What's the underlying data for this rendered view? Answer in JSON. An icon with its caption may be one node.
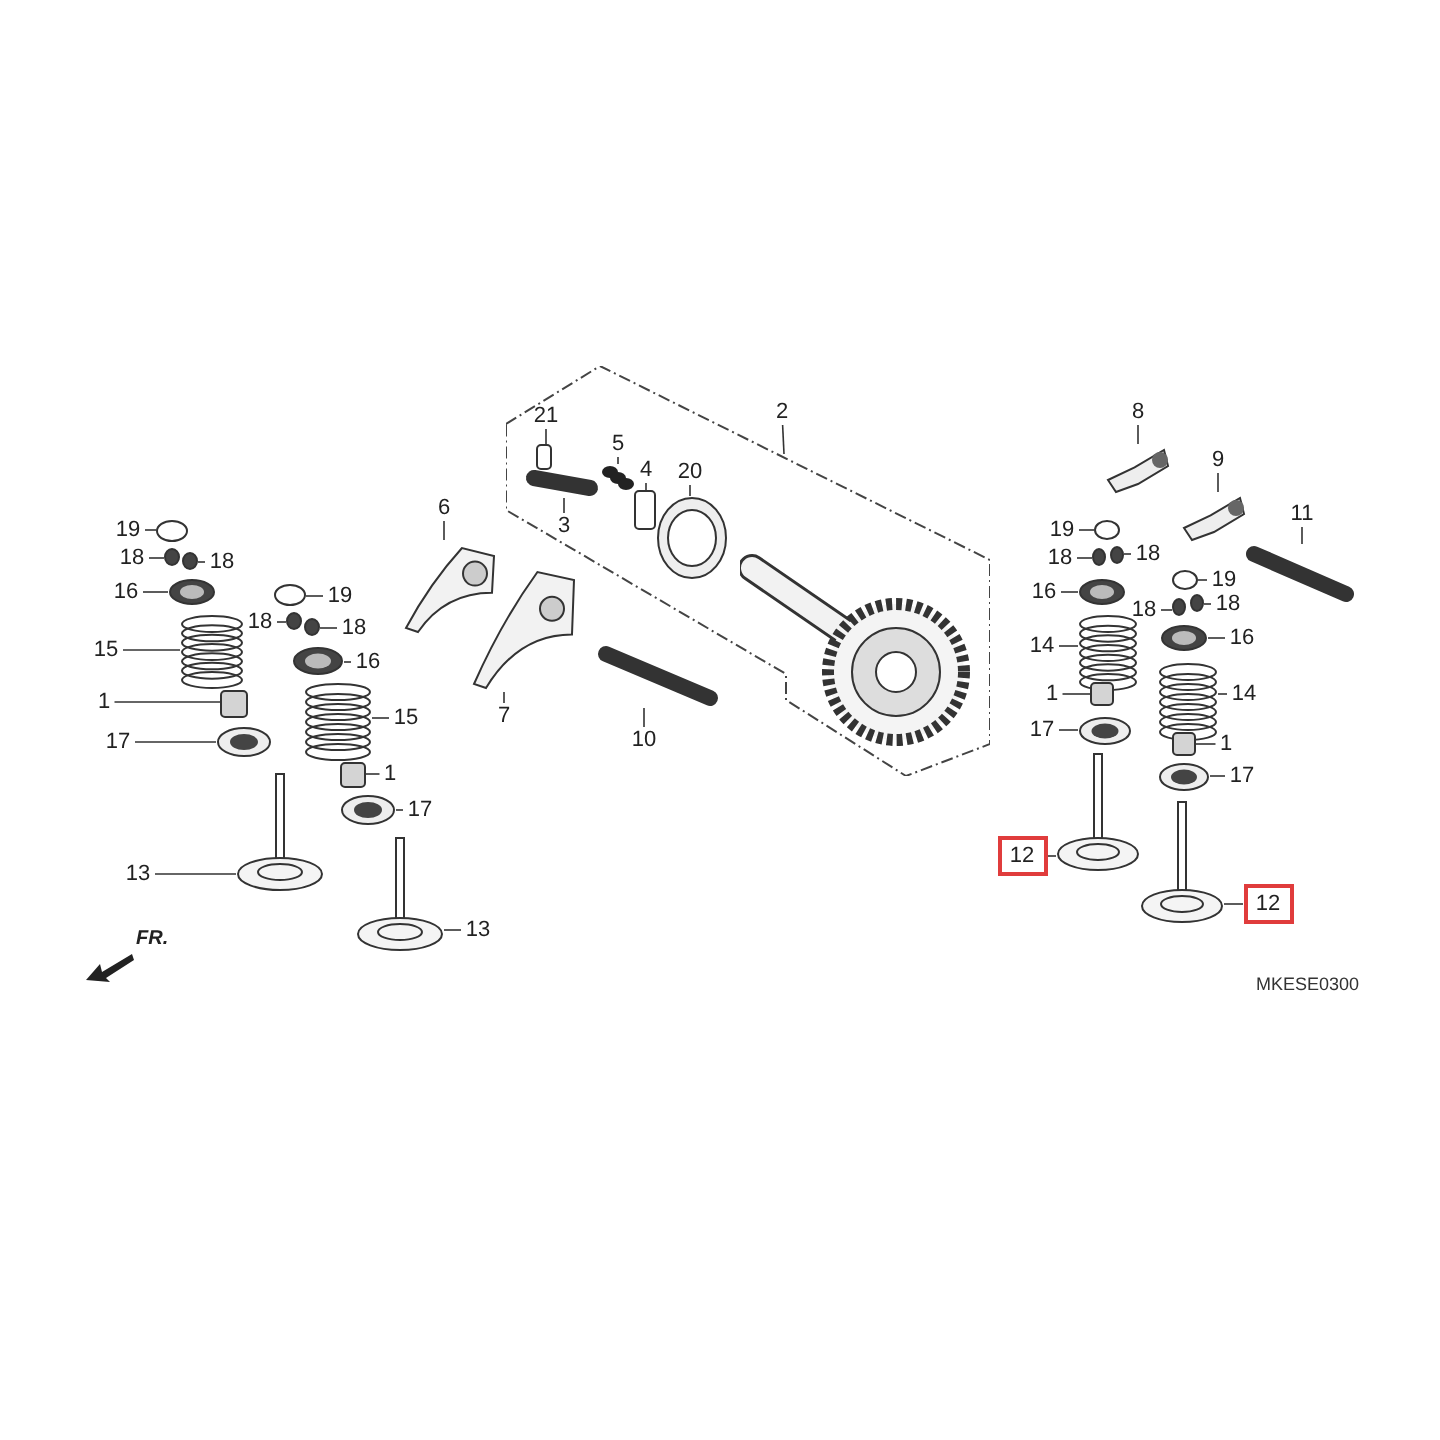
{
  "diagram": {
    "nodes": [
      {
        "text": [
          "19"
        ]
      },
      {
        "text": [],
        "shape": "circle"
      },
      {
        "text": [
          "18"
        ]
      },
      {
        "text": [],
        "shape": "circle"
      },
      {
        "text": [
          "18"
        ]
      },
      {
        "text": [],
        "shape": "circle"
      },
      {
        "text": [
          "16"
        ]
      },
      {
        "text": [],
        "shape": "picture"
      },
      {
        "text": [
          "15"
        ]
      },
      {
        "text": [],
        "shape": "picture"
      },
      {
        "text": [
          "1"
        ]
      },
      {
        "text": [],
        "shape": "box"
      },
      {
        "text": [
          "17"
        ]
      },
      {
        "text": [],
        "shape": "picture"
      },
      {
        "text": [
          "13"
        ]
      },
      {
        "text": [],
        "shape": "picture"
      },
      {
        "text": [
          "19"
        ]
      },
      {
        "text": [],
        "shape": "circle"
      },
      {
        "text": [
          "18"
        ]
      },
      {
        "text": [],
        "shape": "circle"
      },
      {
        "text": [
          "18"
        ]
      },
      {
        "text": [],
        "shape": "circle"
      },
      {
        "text": [
          "16"
        ]
      },
      {
        "text": [],
        "shape": "picture"
      },
      {
        "text": [
          "15"
        ]
      },
      {
        "text": [],
        "shape": "picture"
      },
      {
        "text": [
          "1"
        ]
      },
      {
        "text": [],
        "shape": "box"
      },
      {
        "text": [
          "17"
        ]
      },
      {
        "text": [],
        "shape": "picture"
      },
      {
        "text": [
          "13"
        ]
      },
      {
        "text": [],
        "shape": "picture"
      },
      {
        "text": [
          "6"
        ]
      },
      {
        "text": [],
        "shape": "picture"
      },
      {
        "text": [
          "7"
        ]
      },
      {
        "text": [],
        "shape": "picture"
      },
      {
        "text": [
          "2"
        ]
      },
      {
        "text": [],
        "shape": "box"
      },
      {
        "text": [
          "21"
        ],
        "in": 37
      },
      {
        "text": [],
        "shape": "box",
        "in": 37
      },
      {
        "text": [
          "5"
        ],
        "in": 37
      },
      {
        "text": [],
        "shape": "picture",
        "in": 37
      },
      {
        "text": [
          "3"
        ],
        "in": 37
      },
      {
        "text": [],
        "shape": "picture",
        "in": 37
      },
      {
        "text": [
          "4"
        ],
        "in": 37
      },
      {
        "text": [],
        "shape": "box",
        "in": 37
      },
      {
        "text": [
          "20"
        ],
        "in": 37
      },
      {
        "text": [],
        "shape": "picture",
        "in": 37
      },
      {
        "text": [
          "10"
        ]
      },
      {
        "text": [],
        "shape": "picture"
      },
      {
        "text": [
          "8"
        ]
      },
      {
        "text": [],
        "shape": "picture"
      },
      {
        "text": [
          "9"
        ]
      },
      {
        "text": [],
        "shape": "picture"
      },
      {
        "text": [
          "11"
        ]
      },
      {
        "text": [],
        "shape": "picture"
      },
      {
        "text": [
          "19"
        ]
      },
      {
        "text": [],
        "shape": "circle"
      },
      {
        "text": [
          "18"
        ]
      },
      {
        "text": [],
        "shape": "circle"
      },
      {
        "text": [
          "18"
        ]
      },
      {
        "text": [],
        "shape": "circle"
      },
      {
        "text": [
          "16"
        ]
      },
      {
        "text": [],
        "shape": "picture"
      },
      {
        "text": [
          "14"
        ]
      },
      {
        "text": [],
        "shape": "picture"
      },
      {
        "text": [
          "1"
        ]
      },
      {
        "text": [],
        "shape": "box"
      },
      {
        "text": [
          "17"
        ]
      },
      {
        "text": [],
        "shape": "picture"
      },
      {
        "text": [
          "12"
        ]
      },
      {
        "text": [],
        "shape": "picture"
      },
      {
        "text": [
          "19"
        ]
      },
      {
        "text": [],
        "shape": "circle"
      },
      {
        "text": [
          "18"
        ]
      },
      {
        "text": [],
        "shape": "circle"
      },
      {
        "text": [
          "18"
        ]
      },
      {
        "text": [],
        "shape": "circle"
      },
      {
        "text": [
          "16"
        ]
      },
      {
        "text": [],
        "shape": "picture"
      },
      {
        "text": [
          "14"
        ]
      },
      {
        "text": [],
        "shape": "picture"
      },
      {
        "text": [
          "1"
        ]
      },
      {
        "text": [],
        "shape": "box"
      },
      {
        "text": [
          "17"
        ]
      },
      {
        "text": [],
        "shape": "picture"
      },
      {
        "text": [
          "12"
        ]
      },
      {
        "text": [],
        "shape": "picture"
      }
    ],
    "edges": [
      {
        "from": 0,
        "to": 1,
        "arrow": "none"
      },
      {
        "from": 2,
        "to": 3,
        "arrow": "none"
      },
      {
        "from": 4,
        "to": 5,
        "arrow": "none"
      },
      {
        "from": 6,
        "to": 7,
        "arrow": "none"
      },
      {
        "from": 8,
        "to": 9,
        "arrow": "none"
      },
      {
        "from": 10,
        "to": 11,
        "arrow": "none"
      },
      {
        "from": 12,
        "to": 13,
        "arrow": "none"
      },
      {
        "from": 14,
        "to": 15,
        "arrow": "none"
      },
      {
        "from": 16,
        "to": 17,
        "arrow": "none"
      },
      {
        "from": 18,
        "to": 19,
        "arrow": "none"
      },
      {
        "from": 20,
        "to": 21,
        "arrow": "none"
      },
      {
        "from": 22,
        "to": 23,
        "arrow": "none"
      },
      {
        "from": 24,
        "to": 25,
        "arrow": "none"
      },
      {
        "from": 26,
        "to": 27,
        "arrow": "none"
      },
      {
        "from": 28,
        "to": 29,
        "arrow": "none"
      },
      {
        "from": 30,
        "to": 31,
        "arrow": "none"
      },
      {
        "from": 32,
        "to": 33,
        "arrow": "none"
      },
      {
        "from": 34,
        "to": 35,
        "arrow": "none"
      },
      {
        "from": 36,
        "to": 37,
        "arrow": "none"
      },
      {
        "from": 38,
        "to": 39,
        "arrow": "none"
      },
      {
        "from": 40,
        "to": 41,
        "arrow": "none"
      },
      {
        "from": 42,
        "to": 43,
        "arrow": "none"
      },
      {
        "from": 44,
        "to": 45,
        "arrow": "none"
      },
      {
        "from": 46,
        "to": 47,
        "arrow": "none"
      },
      {
        "from": 48,
        "to": 49,
        "arrow": "none"
      },
      {
        "from": 50,
        "to": 51,
        "arrow": "none"
      },
      {
        "from": 52,
        "to": 53,
        "arrow": "none"
      },
      {
        "from": 54,
        "to": 55,
        "arrow": "none"
      },
      {
        "from": 56,
        "to": 57,
        "arrow": "none"
      },
      {
        "from": 58,
        "to": 59,
        "arrow": "none"
      },
      {
        "from": 60,
        "to": 61,
        "arrow": "none"
      },
      {
        "from": 62,
        "to": 63,
        "arrow": "none"
      },
      {
        "from": 64,
        "to": 65,
        "arrow": "none"
      },
      {
        "from": 66,
        "to": 67,
        "arrow": "none"
      },
      {
        "from": 68,
        "to": 69,
        "arrow": "none"
      },
      {
        "from": 70,
        "to": 71,
        "arrow": "none"
      },
      {
        "from": 72,
        "to": 73,
        "arrow": "none"
      },
      {
        "from": 74,
        "to": 75,
        "arrow": "none"
      },
      {
        "from": 76,
        "to": 77,
        "arrow": "none"
      },
      {
        "from": 78,
        "to": 79,
        "arrow": "none"
      },
      {
        "from": 80,
        "to": 81,
        "arrow": "none"
      },
      {
        "from": 82,
        "to": 83,
        "arrow": "none"
      },
      {
        "from": 84,
        "to": 85,
        "arrow": "none"
      },
      {
        "from": 86,
        "to": 87,
        "arrow": "none"
      }
    ],
    "labels": [
      "FR.",
      "MKESE0300"
    ]
  }
}
